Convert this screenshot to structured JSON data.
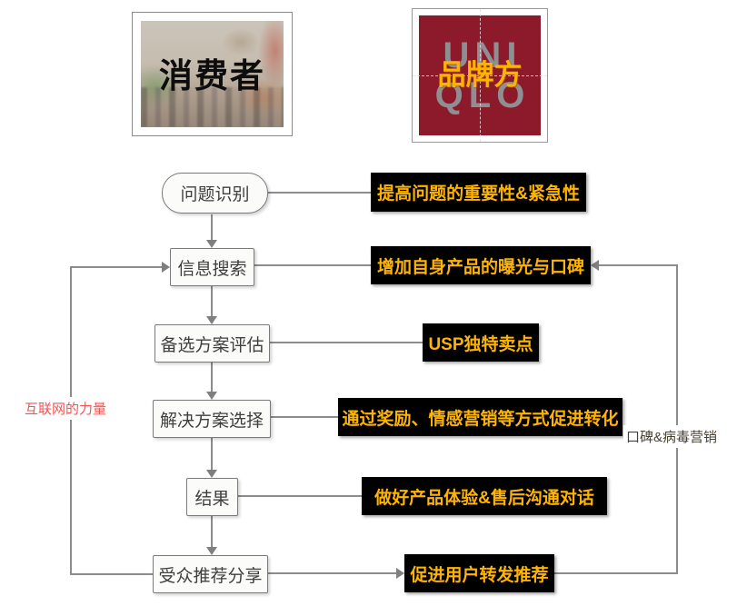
{
  "header": {
    "consumer": {
      "label": "消费者"
    },
    "brand": {
      "label": "品牌方",
      "logo_top": "UNI",
      "logo_bottom": "QLO"
    }
  },
  "flow": {
    "steps": [
      {
        "label": "问题识别",
        "action": "提高问题的重要性&紧急性"
      },
      {
        "label": "信息搜索",
        "action": "增加自身产品的曝光与口碑"
      },
      {
        "label": "备选方案评估",
        "action": "USP独特卖点"
      },
      {
        "label": "解决方案选择",
        "action": "通过奖励、情感营销等方式促进转化"
      },
      {
        "label": "结果",
        "action": "做好产品体验&售后沟通对话"
      },
      {
        "label": "受众推荐分享",
        "action": "促进用户转发推荐"
      }
    ]
  },
  "loops": {
    "left_label": "互联网的力量",
    "right_label": "口碑&病毒营销"
  },
  "colors": {
    "accent_yellow": "#FFB400",
    "uniqlo_red": "#8C1A2B",
    "action_box_black": "#000000",
    "line_gray": "#8C8C8C",
    "loop_red": "#FF4D4D"
  }
}
